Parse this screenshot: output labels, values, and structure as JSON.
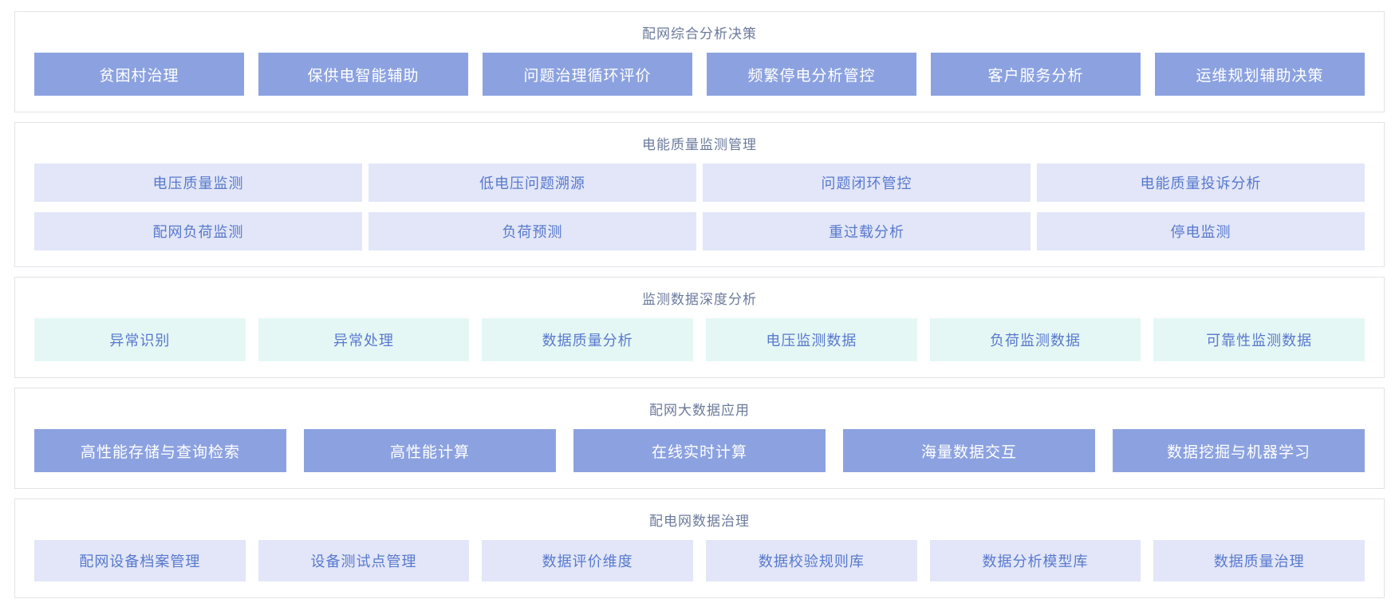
{
  "colors": {
    "panel_border": "#e2e3e8",
    "section_title_text": "#6b7a9c",
    "primary_button_bg": "#8ca2e0",
    "primary_button_text": "#ffffff",
    "lavender_button_bg": "#e2e6f8",
    "mint_button_bg": "#e4f7f5",
    "light_button_text": "#5879cd"
  },
  "sections": [
    {
      "title": "配网综合分析决策",
      "style": "primary",
      "rows": [
        [
          "贫困村治理",
          "保供电智能辅助",
          "问题治理循环评价",
          "频繁停电分析管控",
          "客户服务分析",
          "运维规划辅助决策"
        ]
      ]
    },
    {
      "title": "电能质量监测管理",
      "style": "lavender",
      "rows": [
        [
          "电压质量监测",
          "低电压问题溯源",
          "问题闭环管控",
          "电能质量投诉分析"
        ],
        [
          "配网负荷监测",
          "负荷预测",
          "重过载分析",
          "停电监测"
        ]
      ]
    },
    {
      "title": "监测数据深度分析",
      "style": "mint",
      "rows": [
        [
          "异常识别",
          "异常处理",
          "数据质量分析",
          "电压监测数据",
          "负荷监测数据",
          "可靠性监测数据"
        ]
      ]
    },
    {
      "title": "配网大数据应用",
      "style": "primary",
      "rows": [
        [
          "高性能存储与查询检索",
          "高性能计算",
          "在线实时计算",
          "海量数据交互",
          "数据挖掘与机器学习"
        ]
      ]
    },
    {
      "title": "配电网数据治理",
      "style": "lavender",
      "rows": [
        [
          "配网设备档案管理",
          "设备测试点管理",
          "数据评价维度",
          "数据校验规则库",
          "数据分析模型库",
          "数据质量治理"
        ]
      ]
    }
  ]
}
